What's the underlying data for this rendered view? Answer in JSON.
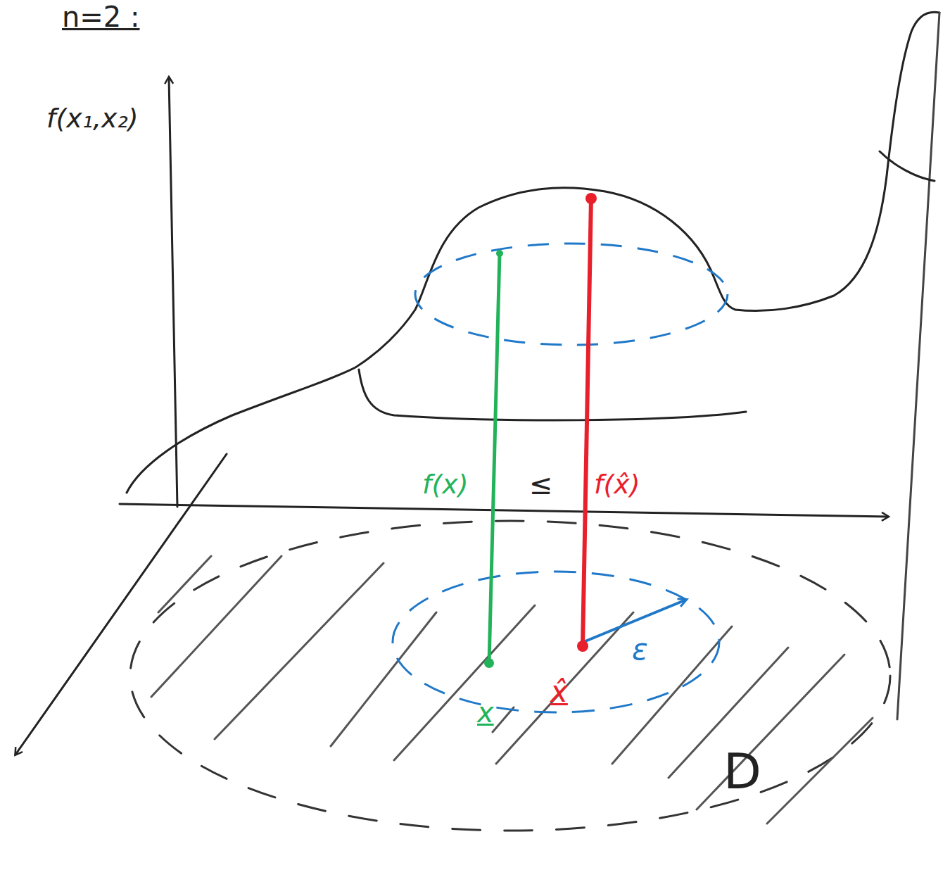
{
  "diagram": {
    "labels": [
      "n=2 :",
      "f(x₁,x₂)",
      "f(x)",
      "≤",
      "f(x̂)",
      "x",
      "x̂",
      "ε",
      "D"
    ]
  }
}
